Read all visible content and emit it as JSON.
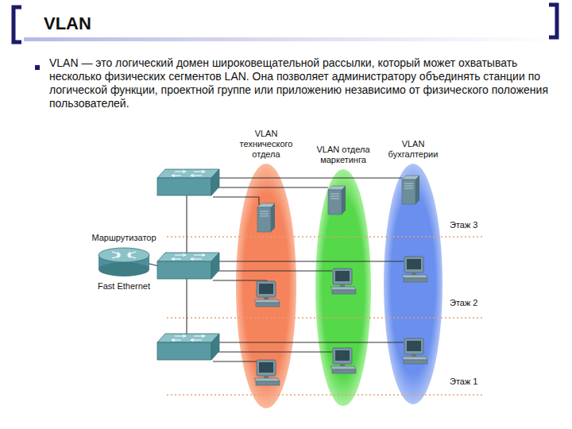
{
  "diagram": {
    "title": "VLAN",
    "nodes": [
      {
        "text": [
          "VLAN технического отдела"
        ]
      },
      {
        "text": [
          "VLAN отдела маркетинга"
        ]
      },
      {
        "text": [
          "VLAN бухгалтерии"
        ]
      },
      {
        "text": [
          "Маршрутизатор",
          "Fast Ethernet"
        ]
      }
    ],
    "labels": [
      "VLAN — это логический домен широковещательной рассылки, который может охватывать несколько физических сегментов LAN. Она позволяет администратору объединять станции по логической функции, проектной группе или приложению независимо от физического положения пользователей.",
      "Этаж 3",
      "Этаж 2",
      "Этаж 1"
    ]
  }
}
